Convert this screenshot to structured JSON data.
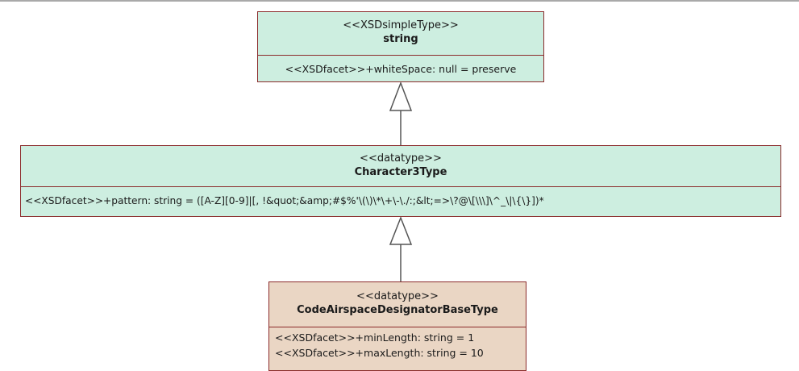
{
  "diagram": {
    "boxes": [
      {
        "id": "string",
        "stereotype": "<<XSDsimpleType>>",
        "name": "string",
        "attributes": [
          "<<XSDfacet>>+whiteSpace: null = preserve"
        ]
      },
      {
        "id": "character3type",
        "stereotype": "<<datatype>>",
        "name": "Character3Type",
        "attributes": [
          "<<XSDfacet>>+pattern: string = ([A-Z][0-9]|[, !&quot;&amp;#$%'\\(\\)\\*\\+\\-\\./:;&lt;=>\\?@\\[\\\\\\]\\^_\\|\\{\\}])*"
        ]
      },
      {
        "id": "codeairspace",
        "stereotype": "<<datatype>>",
        "name": "CodeAirspaceDesignatorBaseType",
        "attributes": [
          "<<XSDfacet>>+minLength: string = 1",
          "<<XSDfacet>>+maxLength: string = 10"
        ]
      }
    ],
    "colors": {
      "border": "#8b2b2b",
      "type_fill": "#cdeee0",
      "datatype_fill": "#ead6c4",
      "connector": "#555555"
    }
  }
}
